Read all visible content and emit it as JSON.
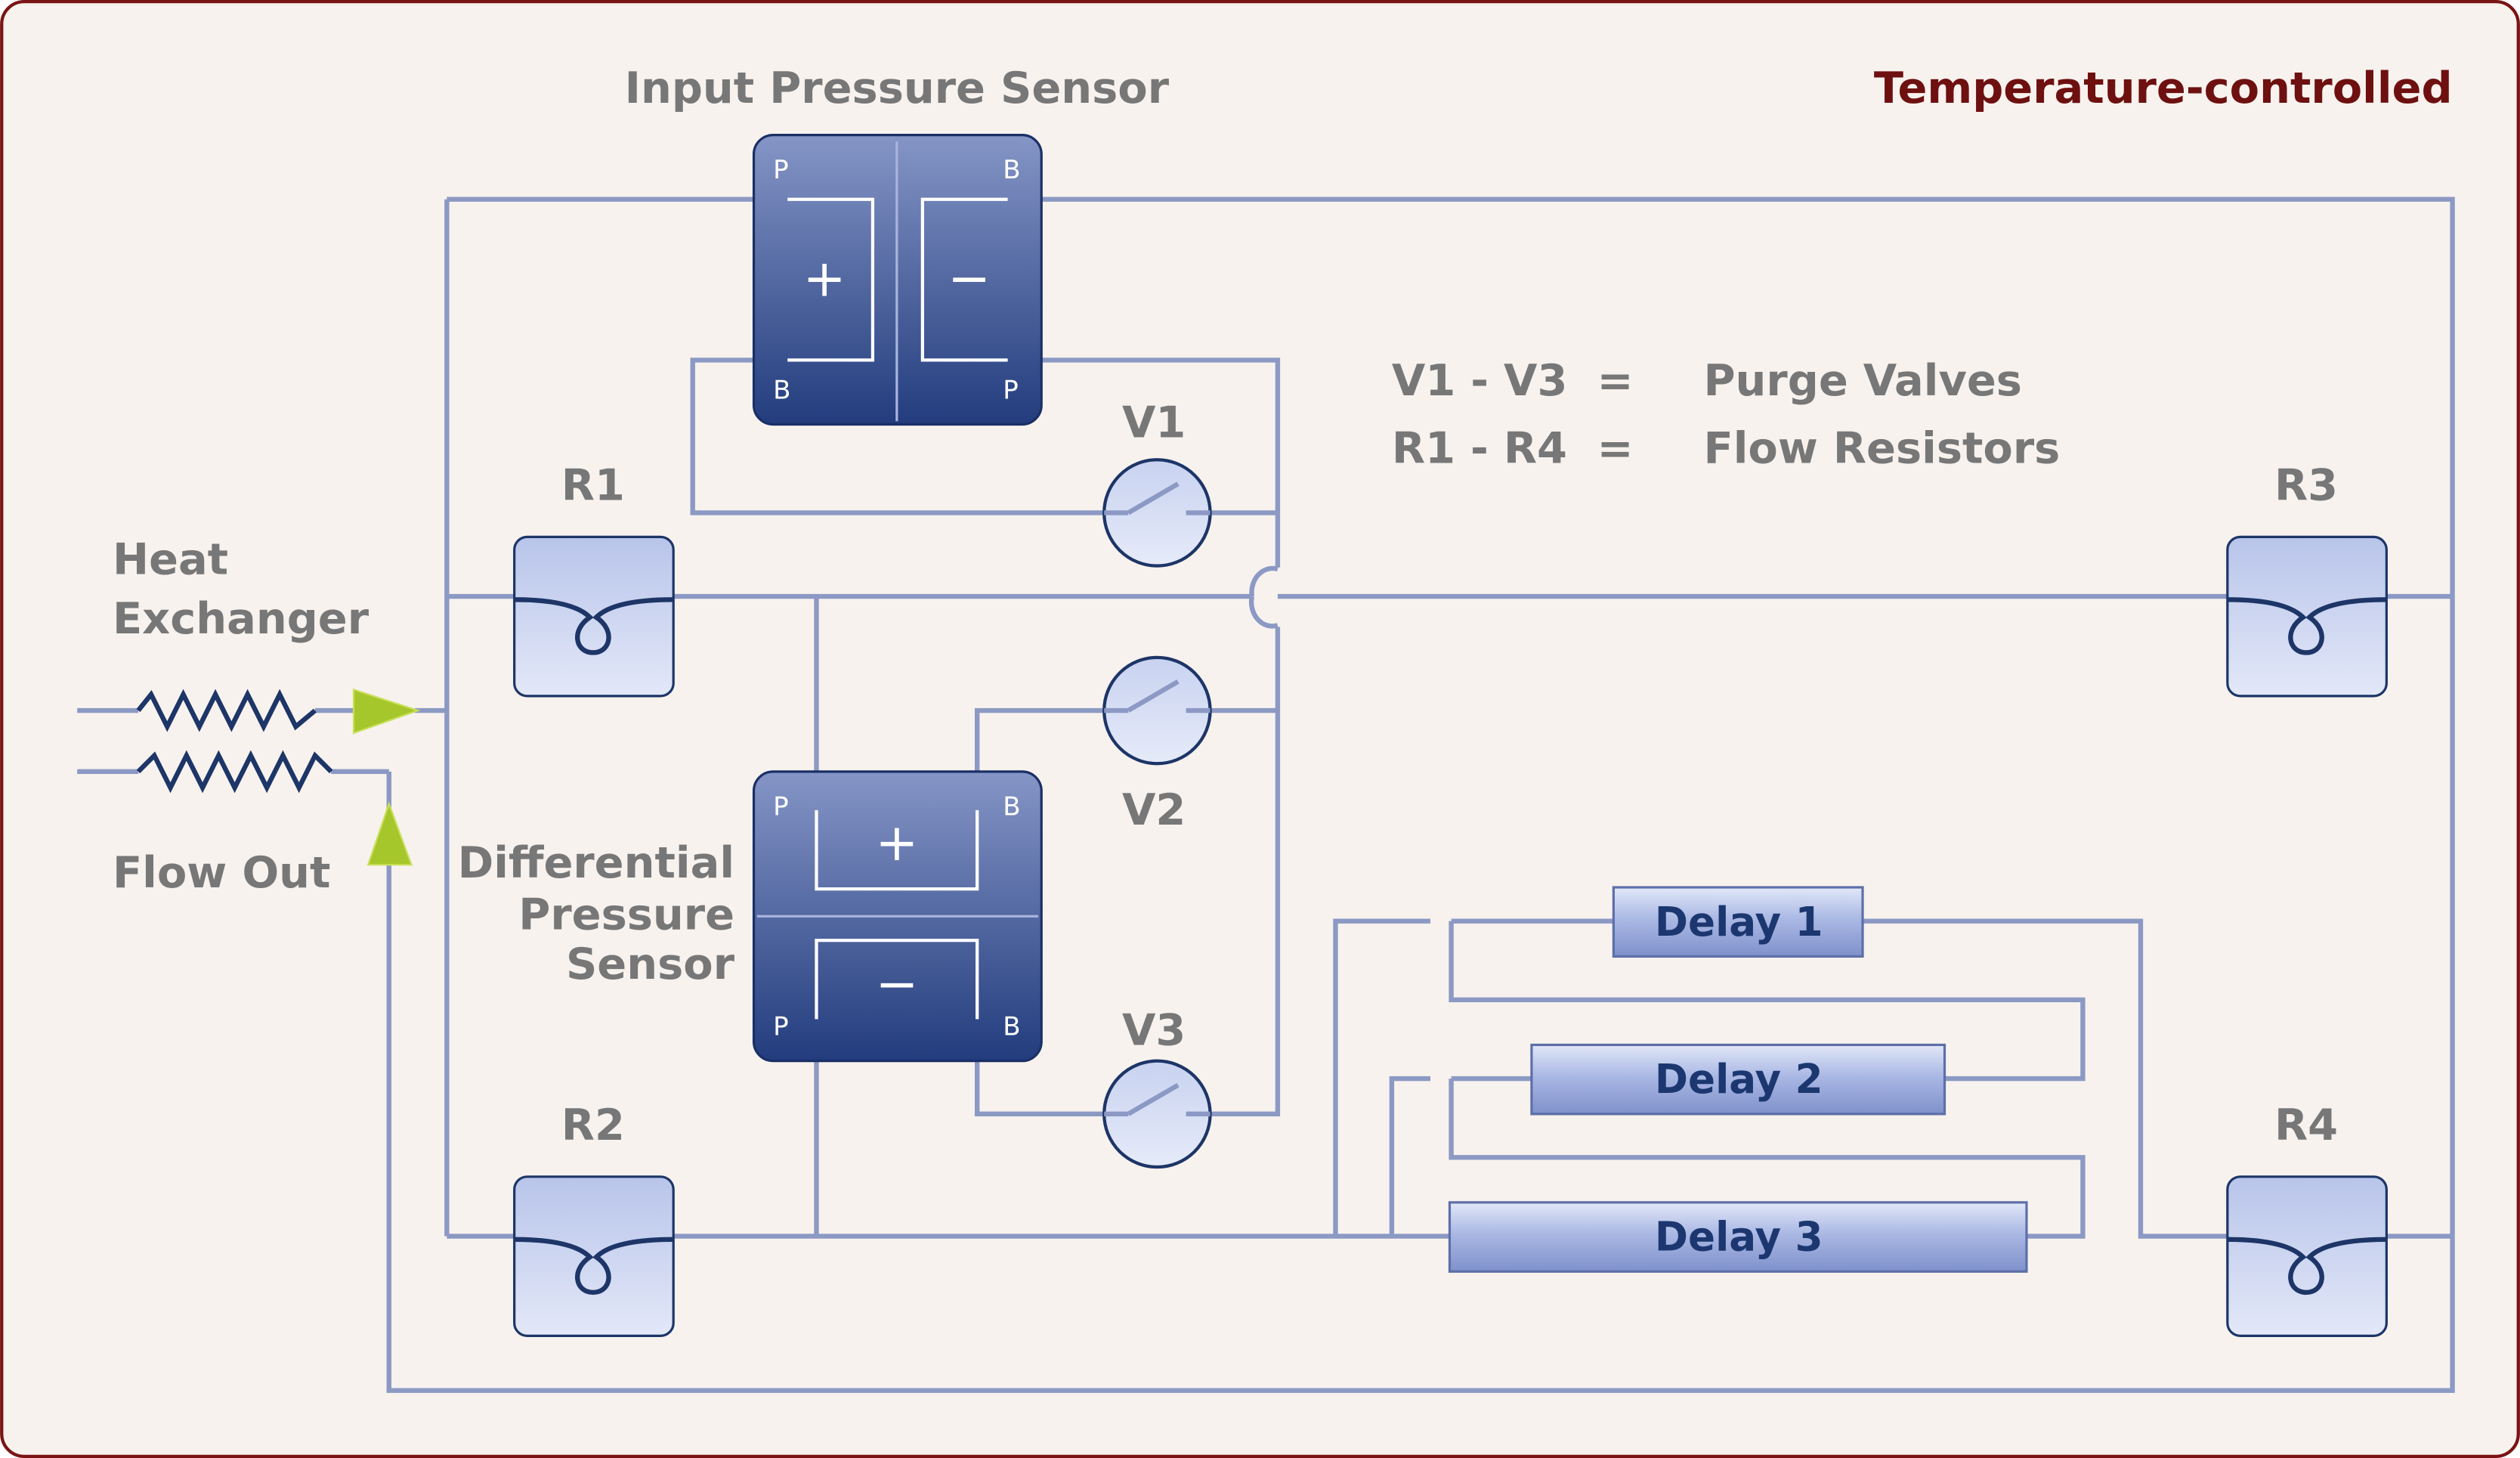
{
  "region_label": "Temperature-controlled",
  "sensors": {
    "input": {
      "title": "Input Pressure Sensor",
      "port_tl": "P",
      "port_tr": "B",
      "port_bl": "B",
      "port_br": "P",
      "plus": "+",
      "minus": "−"
    },
    "differential": {
      "title_line1": "Differential",
      "title_line2": "Pressure",
      "title_line3": "Sensor",
      "port_tl": "P",
      "port_tr": "B",
      "port_bl": "P",
      "port_br": "B",
      "plus": "+",
      "minus": "−"
    }
  },
  "valves": {
    "v1": "V1",
    "v2": "V2",
    "v3": "V3"
  },
  "resistors": {
    "r1": "R1",
    "r2": "R2",
    "r3": "R3",
    "r4": "R4"
  },
  "delays": {
    "d1": "Delay 1",
    "d2": "Delay 2",
    "d3": "Delay 3"
  },
  "heat_exchanger": {
    "line1": "Heat",
    "line2": "Exchanger"
  },
  "flow_out": "Flow Out",
  "legend": [
    {
      "term": "V1 - V3",
      "eq": "=",
      "meaning": "Purge Valves"
    },
    {
      "term": "R1 - R4",
      "eq": "=",
      "meaning": "Flow Resistors"
    }
  ],
  "colors": {
    "background": "#f7f2ee",
    "frame": "#7a1414",
    "region_label": "#6e1010",
    "label_gray": "#777777",
    "pipe": "#8c99c4",
    "sensor_dark": "#243f80",
    "sensor_light": "#8494c4",
    "resistor_fill": "#cdd6f0",
    "resistor_loop": "#1d3567",
    "delay_text": "#1c3770",
    "arrow": "#a6c72c",
    "coil": "#1d3567"
  }
}
